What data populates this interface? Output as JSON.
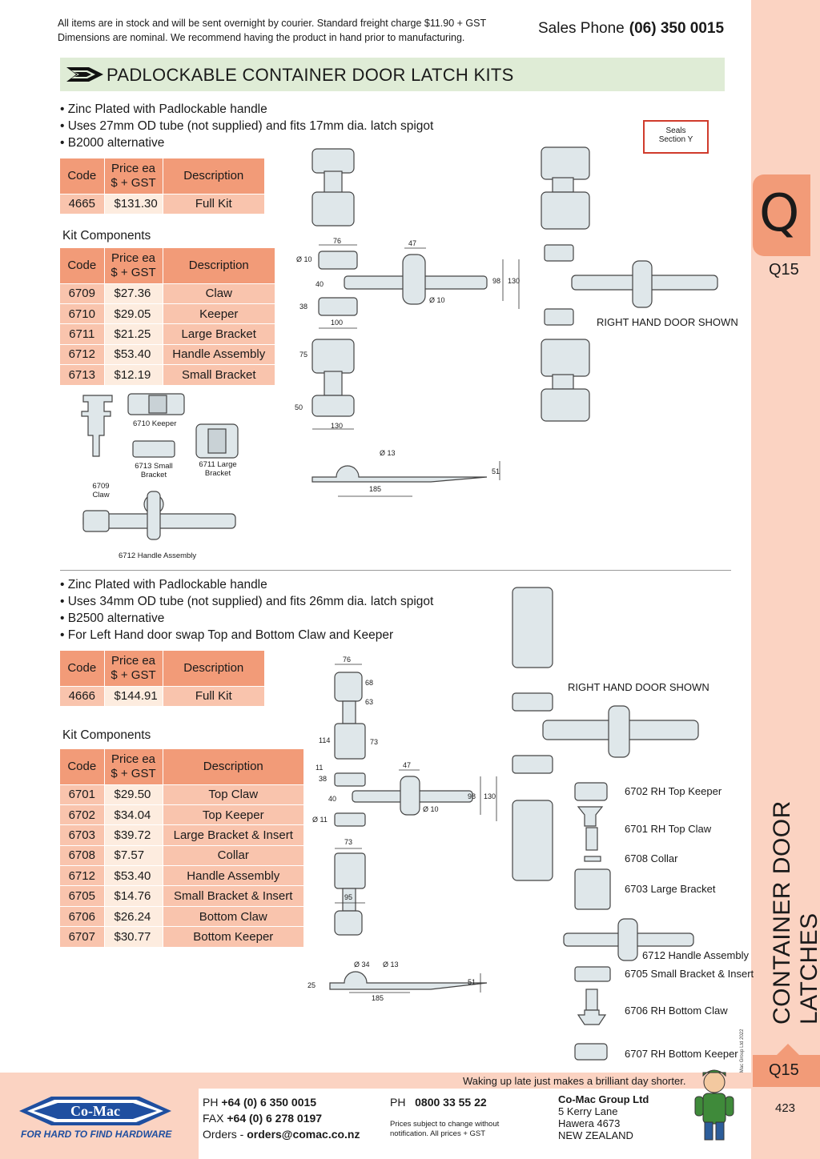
{
  "header": {
    "notice_line1": "All items are in stock and will be sent overnight by courier. Standard freight charge $11.90 + GST",
    "notice_line2": "Dimensions are nominal. We recommend having the product in hand prior to manufacturing.",
    "sales_label": "Sales Phone",
    "sales_phone": "(06) 350 0015",
    "title": "PADLOCKABLE CONTAINER DOOR LATCH KITS"
  },
  "section1": {
    "bullets": [
      "• Zinc Plated with Padlockable handle",
      "• Uses 27mm OD tube (not supplied) and fits 17mm dia. latch spigot",
      "• B2000 alternative"
    ],
    "kit_table": {
      "headers": [
        "Code",
        "Price ea",
        "$ + GST",
        "Description"
      ],
      "rows": [
        {
          "code": "4665",
          "price": "$131.30",
          "desc": "Full Kit"
        }
      ]
    },
    "components_title": "Kit Components",
    "components_table": {
      "headers": [
        "Code",
        "Price ea",
        "$ + GST",
        "Description"
      ],
      "rows": [
        {
          "code": "6709",
          "price": "$27.36",
          "desc": "Claw"
        },
        {
          "code": "6710",
          "price": "$29.05",
          "desc": "Keeper"
        },
        {
          "code": "6711",
          "price": "$21.25",
          "desc": "Large Bracket"
        },
        {
          "code": "6712",
          "price": "$53.40",
          "desc": "Handle Assembly"
        },
        {
          "code": "6713",
          "price": "$12.19",
          "desc": "Small Bracket"
        }
      ]
    },
    "part_labels": {
      "keeper": "6710 Keeper",
      "small_bracket": [
        "6713 Small",
        "Bracket"
      ],
      "large_bracket": [
        "6711 Large",
        "Bracket"
      ],
      "claw": [
        "6709",
        "Claw"
      ],
      "handle": "6712 Handle Assembly"
    },
    "dims": [
      "76",
      "47",
      "Ø 10",
      "40",
      "38",
      "98",
      "130",
      "Ø 10",
      "100",
      "75",
      "50",
      "130",
      "Ø 13",
      "51",
      "185"
    ],
    "right_hand_label": "RIGHT HAND DOOR SHOWN",
    "seals": [
      "Seals",
      "Section Y"
    ]
  },
  "section2": {
    "bullets": [
      "• Zinc Plated with Padlockable handle",
      "• Uses 34mm OD tube (not supplied) and fits 26mm dia. latch spigot",
      "• B2500 alternative",
      "• For Left Hand door swap Top and Bottom Claw and Keeper"
    ],
    "kit_table": {
      "headers": [
        "Code",
        "Price ea",
        "$ + GST",
        "Description"
      ],
      "rows": [
        {
          "code": "4666",
          "price": "$144.91",
          "desc": "Full Kit"
        }
      ]
    },
    "components_title": "Kit Components",
    "components_table": {
      "headers": [
        "Code",
        "Price ea",
        "$ + GST",
        "Description"
      ],
      "rows": [
        {
          "code": "6701",
          "price": "$29.50",
          "desc": "Top Claw"
        },
        {
          "code": "6702",
          "price": "$34.04",
          "desc": "Top Keeper"
        },
        {
          "code": "6703",
          "price": "$39.72",
          "desc": "Large Bracket & Insert"
        },
        {
          "code": "6708",
          "price": "$7.57",
          "desc": "Collar"
        },
        {
          "code": "6712",
          "price": "$53.40",
          "desc": "Handle Assembly"
        },
        {
          "code": "6705",
          "price": "$14.76",
          "desc": "Small Bracket & Insert"
        },
        {
          "code": "6706",
          "price": "$26.24",
          "desc": "Bottom Claw"
        },
        {
          "code": "6707",
          "price": "$30.77",
          "desc": "Bottom Keeper"
        }
      ]
    },
    "right_hand_label": "RIGHT HAND DOOR SHOWN",
    "part_labels": [
      "6702 RH Top Keeper",
      "6701 RH Top Claw",
      "6708 Collar",
      "6703 Large Bracket",
      "6712 Handle Assembly",
      "6705 Small Bracket & Insert",
      "6706 RH Bottom Claw",
      "6707 RH Bottom Keeper"
    ],
    "dims": [
      "76",
      "68",
      "63",
      "114",
      "73",
      "11",
      "38",
      "47",
      "40",
      "98",
      "130",
      "Ø 11",
      "Ø 10",
      "73",
      "95",
      "Ø 34",
      "Ø 13",
      "25",
      "51",
      "185"
    ]
  },
  "sidebar": {
    "tab_letter": "Q",
    "page_code": "Q15",
    "vertical_title": "CONTAINER DOOR LATCHES",
    "bottom_code": "Q15",
    "page_number": "423",
    "copyright": "© Co-Mac Group Ltd 2022"
  },
  "footer": {
    "tagline": "Waking up late just makes a brilliant day shorter.",
    "logo_text": "Co-Mac",
    "logo_tagline": "FOR HARD TO FIND HARDWARE",
    "ph_label": "PH",
    "ph": "+64 (0) 6 350 0015",
    "fax_label": "FAX",
    "fax": "+64 (0) 6 278 0197",
    "orders_label": "Orders -",
    "orders": "orders@comac.co.nz",
    "ph2_label": "PH",
    "ph2": "0800 33 55 22",
    "disclaimer_1": "Prices subject to change without",
    "disclaimer_2": "notification. All prices + GST",
    "company": "Co-Mac Group Ltd",
    "address": [
      "5 Kerry Lane",
      "Hawera 4673",
      "NEW ZEALAND"
    ]
  },
  "colors": {
    "accent": "#f29b78",
    "accent_light": "#f9c4ad",
    "row_light": "#fdecdf",
    "sidebar": "#fbd3c2",
    "banner": "#dfecd6",
    "logo_blue": "#1f4fa0"
  }
}
